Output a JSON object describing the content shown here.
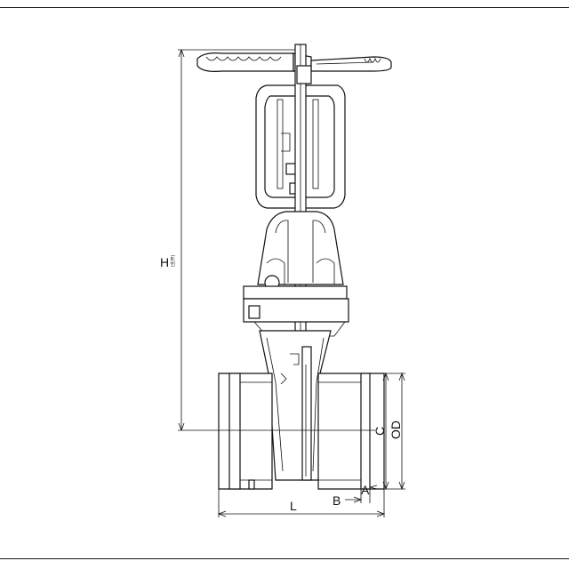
{
  "dimensions": {
    "height_label": "H",
    "height_note": "(全开)",
    "length_label": "L",
    "groove_c_label": "C",
    "outer_diameter_label": "OD",
    "groove_a_label": "A",
    "groove_b_label": "B"
  },
  "colors": {
    "line": "#111111",
    "background": "#ffffff"
  }
}
